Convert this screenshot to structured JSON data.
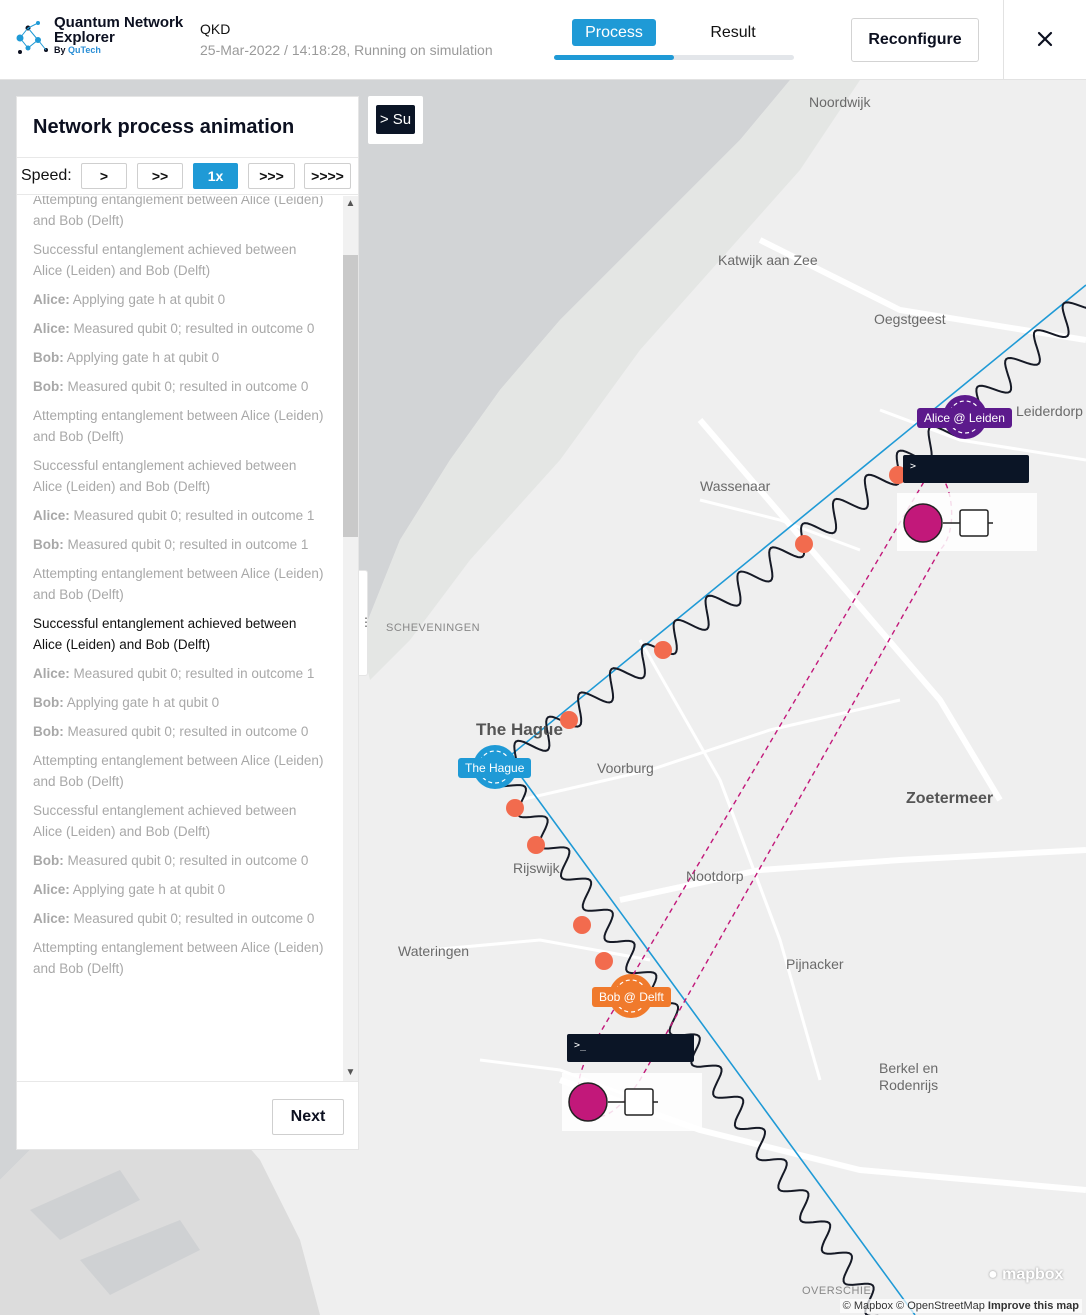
{
  "header": {
    "logo_title": "Quantum Network Explorer",
    "logo_sub_prefix": "By ",
    "logo_sub_brand": "QuTech",
    "run_title": "QKD",
    "run_meta": "25-Mar-2022 / 14:18:28, Running on simulation",
    "tabs": [
      {
        "label": "Process",
        "active": true
      },
      {
        "label": "Result",
        "active": false
      }
    ],
    "tab_progress": 0.5,
    "reconfigure_label": "Reconfigure",
    "accent_color": "#1f9ad6"
  },
  "panel": {
    "title": "Network process animation",
    "speed_label": "Speed:",
    "speed_options": [
      ">",
      ">>",
      "1x",
      ">>>",
      ">>>>"
    ],
    "speed_selected": "1x",
    "log": [
      {
        "who": "",
        "text": "Attempting entanglement between Alice (Leiden) and Bob (Delft)"
      },
      {
        "who": "",
        "text": "Successful entanglement achieved between Alice (Leiden) and Bob (Delft)"
      },
      {
        "who": "Alice:",
        "text": "Applying gate h at qubit 0"
      },
      {
        "who": "Alice:",
        "text": "Measured qubit 0; resulted in outcome 0"
      },
      {
        "who": "Bob:",
        "text": "Applying gate h at qubit 0"
      },
      {
        "who": "Bob:",
        "text": "Measured qubit 0; resulted in outcome 0"
      },
      {
        "who": "",
        "text": "Attempting entanglement between Alice (Leiden) and Bob (Delft)"
      },
      {
        "who": "",
        "text": "Successful entanglement achieved between Alice (Leiden) and Bob (Delft)"
      },
      {
        "who": "Alice:",
        "text": "Measured qubit 0; resulted in outcome 1"
      },
      {
        "who": "Bob:",
        "text": "Measured qubit 0; resulted in outcome 1"
      },
      {
        "who": "",
        "text": "Attempting entanglement between Alice (Leiden) and Bob (Delft)"
      },
      {
        "who": "",
        "text": "Successful entanglement achieved between Alice (Leiden) and Bob (Delft)",
        "current": true
      },
      {
        "who": "Alice:",
        "text": "Measured qubit 0; resulted in outcome 1"
      },
      {
        "who": "Bob:",
        "text": "Applying gate h at qubit 0"
      },
      {
        "who": "Bob:",
        "text": "Measured qubit 0; resulted in outcome 0"
      },
      {
        "who": "",
        "text": "Attempting entanglement between Alice (Leiden) and Bob (Delft)"
      },
      {
        "who": "",
        "text": "Successful entanglement achieved between Alice (Leiden) and Bob (Delft)"
      },
      {
        "who": "Bob:",
        "text": "Measured qubit 0; resulted in outcome 0"
      },
      {
        "who": "Alice:",
        "text": "Applying gate h at qubit 0"
      },
      {
        "who": "Alice:",
        "text": "Measured qubit 0; resulted in outcome 0"
      },
      {
        "who": "",
        "text": "Attempting entanglement between Alice (Leiden) and Bob (Delft)"
      }
    ],
    "next_label": "Next"
  },
  "summary_button_label": "> Su",
  "map": {
    "places": [
      "Noordwijk",
      "Katwijk aan Zee",
      "Oegstgeest",
      "Leiderdorp",
      "Wassenaar",
      "SCHEVENINGEN",
      "The Hague",
      "Voorburg",
      "Zoetermeer",
      "Rijswijk",
      "Nootdorp",
      "Wateringen",
      "Pijnacker",
      "Berkel en Rodenrijs",
      "OVERSCHIE"
    ],
    "nodes": [
      {
        "label": "Alice @ Leiden",
        "color": "#5c1a8c"
      },
      {
        "label": "The Hague",
        "color": "#1f9ad6"
      },
      {
        "label": "Bob @ Delft",
        "color": "#f07a2c"
      }
    ],
    "terminal_alice": ">",
    "terminal_bob": ">_",
    "qubit_color": "#c2187a",
    "photon_color": "#f26b4e",
    "attribution_mapbox": "© Mapbox",
    "attribution_osm": "© OpenStreetMap",
    "attribution_improve": "Improve this map",
    "mapbox_brand": "mapbox"
  }
}
